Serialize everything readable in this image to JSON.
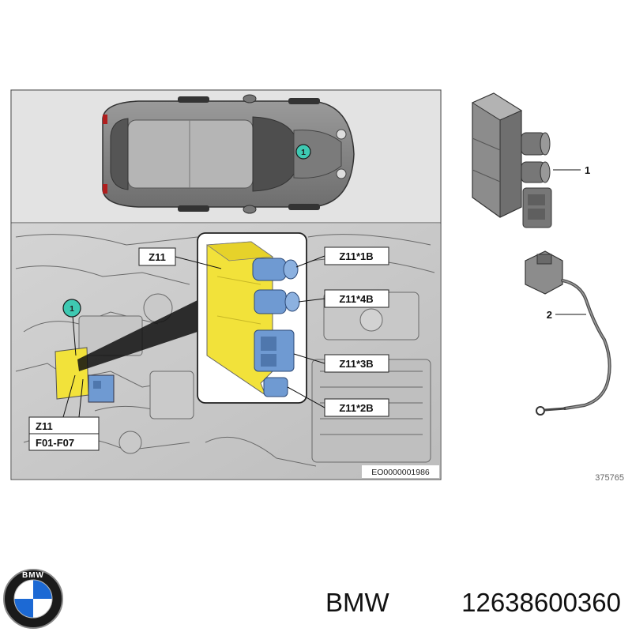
{
  "callouts": {
    "marker_1": "1",
    "part_1": "1",
    "part_2": "2"
  },
  "labels": {
    "z11_main": "Z11",
    "z11_1b": "Z11*1B",
    "z11_4b": "Z11*4B",
    "z11_3b": "Z11*3B",
    "z11_2b": "Z11*2B",
    "z11_small": "Z11",
    "fuses": "F01-F07"
  },
  "codes": {
    "illustration_code": "EO0000001986",
    "diagram_number": "375765"
  },
  "footer": {
    "brand": "BMW",
    "part_number": "12638600360",
    "logo_text": "BMW"
  },
  "colors": {
    "highlight_yellow": "#f2e23a",
    "connector_blue": "#6f9ad2",
    "callout_teal": "#3ec9b2",
    "panel_bg": "#e4e4e4",
    "car_body": "#8a8a8a",
    "bmw_blue": "#1c69d4"
  }
}
